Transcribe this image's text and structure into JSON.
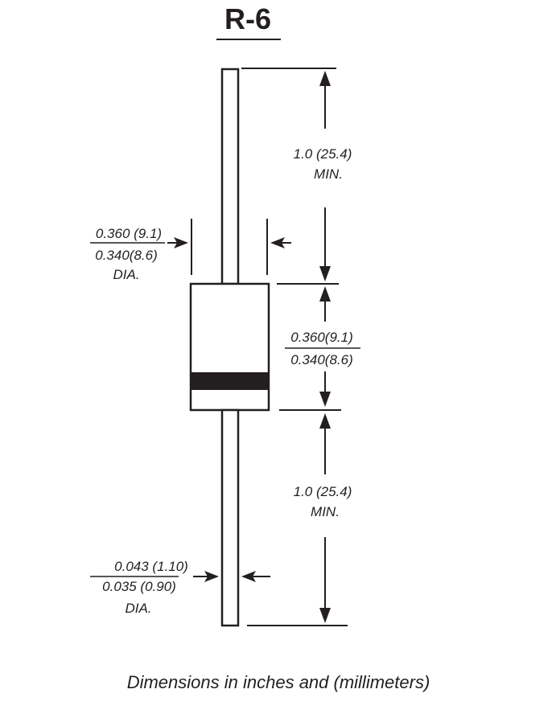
{
  "title": "R-6",
  "colors": {
    "ink": "#231f20",
    "background": "#ffffff"
  },
  "dimensions": {
    "lead_length_top": {
      "value": "1.0 (25.4)",
      "note": "MIN."
    },
    "body_diameter": {
      "max": "0.360 (9.1)",
      "min": "0.340(8.6)",
      "note": "DIA."
    },
    "body_length": {
      "max": "0.360(9.1)",
      "min": "0.340(8.6)"
    },
    "lead_length_bottom": {
      "value": "1.0 (25.4)",
      "note": "MIN."
    },
    "lead_diameter": {
      "max": "0.043 (1.10)",
      "min": "0.035 (0.90)",
      "note": "DIA."
    }
  },
  "caption": "Dimensions in inches and (millimeters)"
}
